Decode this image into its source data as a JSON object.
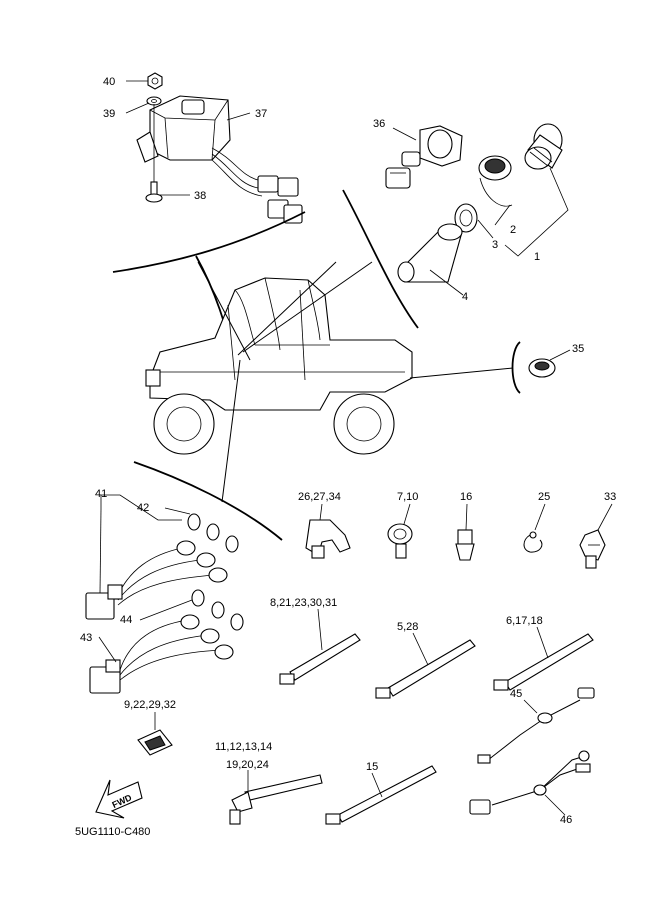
{
  "diagram": {
    "code": "5UG1110-C480",
    "fwd_label": "FWD",
    "labels": [
      {
        "id": "40",
        "text": "40"
      },
      {
        "id": "39",
        "text": "39"
      },
      {
        "id": "37",
        "text": "37"
      },
      {
        "id": "38",
        "text": "38"
      },
      {
        "id": "36",
        "text": "36"
      },
      {
        "id": "2",
        "text": "2"
      },
      {
        "id": "3",
        "text": "3"
      },
      {
        "id": "1",
        "text": "1"
      },
      {
        "id": "4",
        "text": "4"
      },
      {
        "id": "35",
        "text": "35"
      },
      {
        "id": "41",
        "text": "41"
      },
      {
        "id": "42",
        "text": "42"
      },
      {
        "id": "44",
        "text": "44"
      },
      {
        "id": "43",
        "text": "43"
      },
      {
        "id": "26_27_34",
        "text": "26,27,34"
      },
      {
        "id": "7_10",
        "text": "7,10"
      },
      {
        "id": "16",
        "text": "16"
      },
      {
        "id": "25",
        "text": "25"
      },
      {
        "id": "33",
        "text": "33"
      },
      {
        "id": "8_21_23_30_31",
        "text": "8,21,23,30,31"
      },
      {
        "id": "5_28",
        "text": "5,28"
      },
      {
        "id": "6_17_18",
        "text": "6,17,18"
      },
      {
        "id": "45",
        "text": "45"
      },
      {
        "id": "9_22_29_32",
        "text": "9,22,29,32"
      },
      {
        "id": "11_12_13_14",
        "text": "11,12,13,14"
      },
      {
        "id": "19_20_24",
        "text": "19,20,24"
      },
      {
        "id": "15",
        "text": "15"
      },
      {
        "id": "46",
        "text": "46"
      }
    ]
  }
}
